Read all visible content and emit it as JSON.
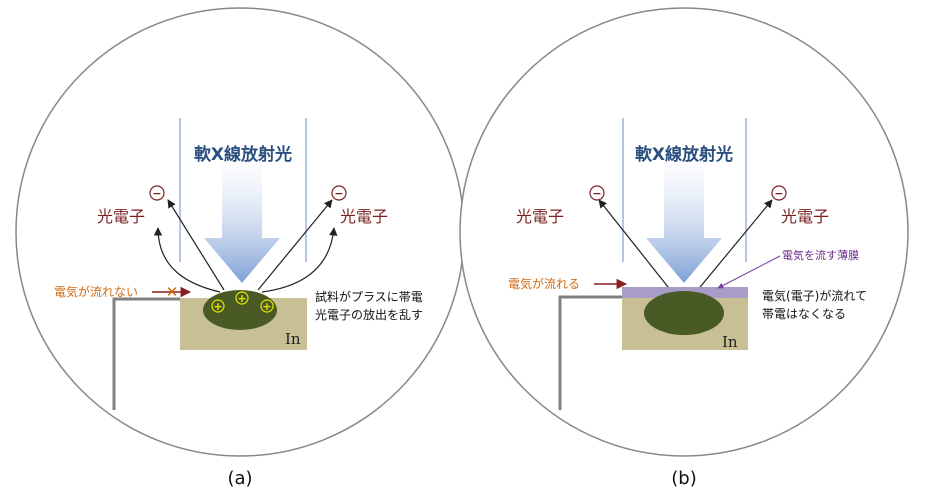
{
  "colors": {
    "beam_label": "#2b4f7e",
    "electron": "#7a2222",
    "orange_text": "#d46a12",
    "red_arrow": "#8b1e1e",
    "film_text": "#6a2a8a",
    "film": "#a89cc8",
    "substrate": "#c9bf95",
    "sample": "#4a5a24",
    "plus": "#e6e600",
    "wire": "#808080",
    "circle": "#888888"
  },
  "panels": [
    {
      "id": "a",
      "caption": "(a)",
      "beam_label": "軟X線放射光",
      "electron_left": "光電子",
      "electron_right": "光電子",
      "electron_symbol": "−",
      "wire_label": "電気が流れない",
      "blocked_icon": "✕",
      "plus_symbol": "+",
      "note_line1": "試料がプラスに帯電",
      "note_line2": "光電子の放出を乱す",
      "substrate_label": "In"
    },
    {
      "id": "b",
      "caption": "(b)",
      "beam_label": "軟X線放射光",
      "electron_left": "光電子",
      "electron_right": "光電子",
      "electron_symbol": "−",
      "wire_label": "電気が流れる",
      "film_label": "電気を流す薄膜",
      "note_line1": "電気(電子)が流れて",
      "note_line2": "帯電はなくなる",
      "substrate_label": "In"
    }
  ]
}
